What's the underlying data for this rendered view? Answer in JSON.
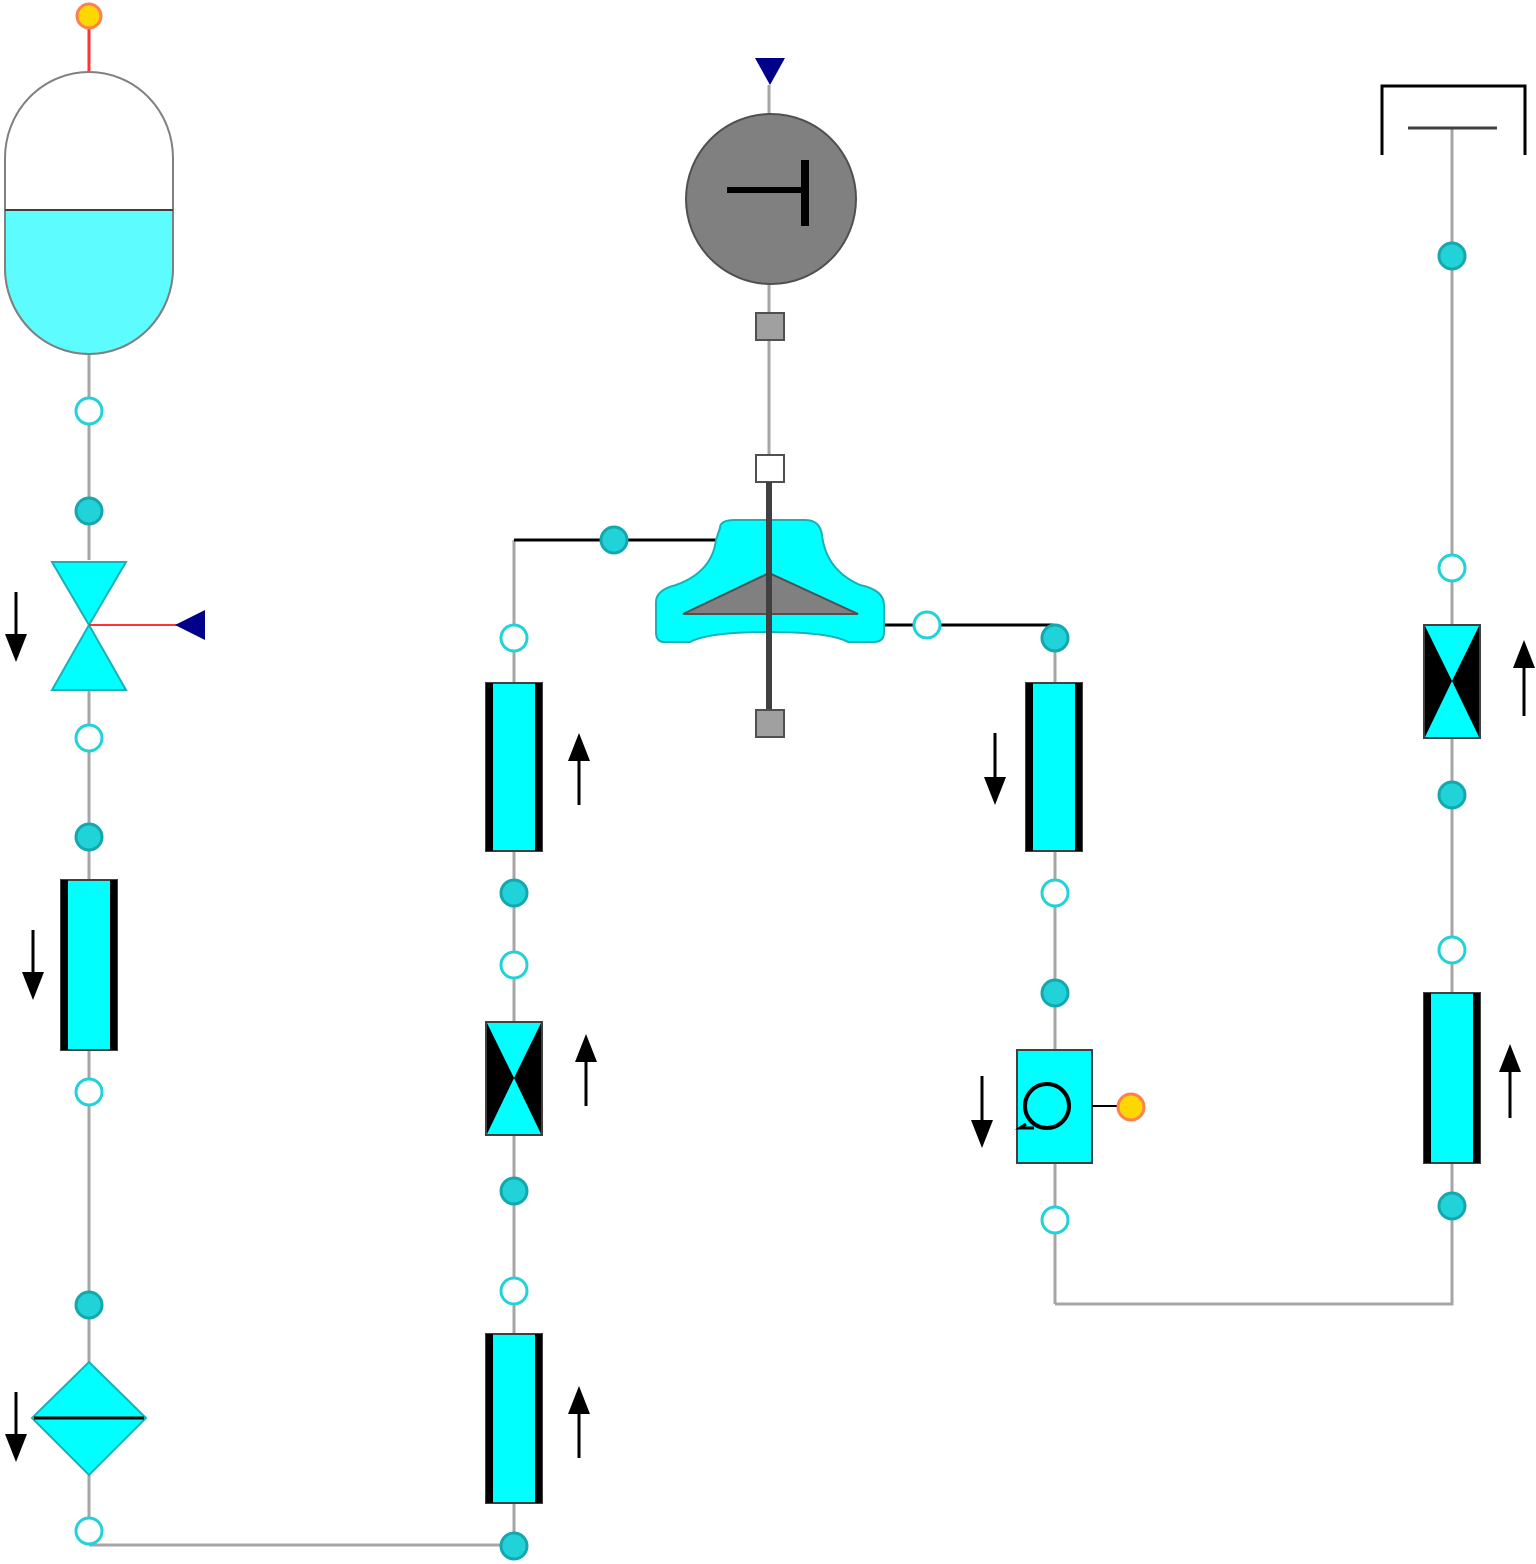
{
  "diagram": {
    "background": "#ffffff",
    "colors": {
      "fluid": "#00ffff",
      "fluid_light": "#5cfcff",
      "pipe": "#a6a6a6",
      "line_dark": "#000000",
      "port_filled": "#21d2d9",
      "port_hollow": "#ffffff",
      "signal_port": "#ffd700",
      "signal_port_border": "#ff7f50",
      "signal_line": "#ff3333",
      "motor_body": "#808080",
      "coupling_port": "#a0a0a0",
      "control_input": "#00008b"
    },
    "components": [
      {
        "id": "tank",
        "icon": "accumulator-tank-icon"
      },
      {
        "id": "valve",
        "icon": "control-valve-icon"
      },
      {
        "id": "pipe-1",
        "icon": "pipe-segment-icon"
      },
      {
        "id": "filter",
        "icon": "filter-icon"
      },
      {
        "id": "pipe-2",
        "icon": "pipe-segment-icon"
      },
      {
        "id": "orifice-1",
        "icon": "orifice-icon"
      },
      {
        "id": "pipe-3",
        "icon": "pipe-segment-icon"
      },
      {
        "id": "motor",
        "icon": "motor-icon"
      },
      {
        "id": "pump",
        "icon": "pump-icon"
      },
      {
        "id": "pipe-4",
        "icon": "pipe-segment-icon"
      },
      {
        "id": "flow-sensor",
        "icon": "flow-sensor-icon"
      },
      {
        "id": "orifice-2",
        "icon": "orifice-icon"
      },
      {
        "id": "pipe-5",
        "icon": "pipe-segment-icon"
      },
      {
        "id": "reservoir",
        "icon": "open-reservoir-icon"
      }
    ],
    "flow_directions": {
      "left_branch": "down",
      "middle_branch": "up",
      "pump_outlet_branch": "down",
      "right_branch": "up"
    }
  }
}
